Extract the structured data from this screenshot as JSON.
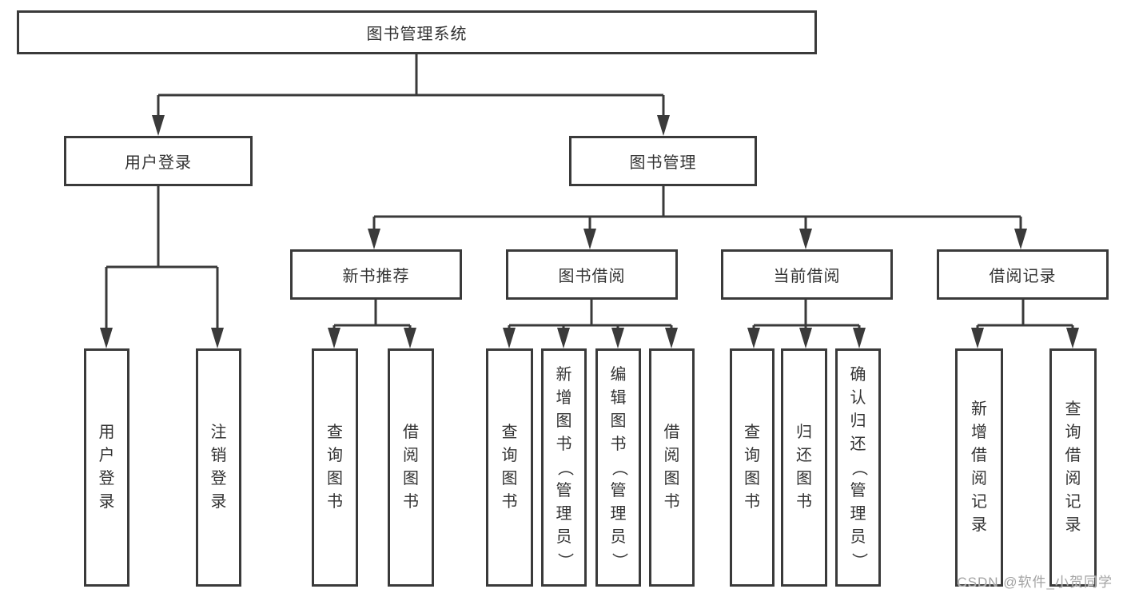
{
  "colors": {
    "ink": "#3a3a3a",
    "text": "#333333",
    "watermark_gray": "#a3a3a3",
    "background": "#ffffff"
  },
  "tree": {
    "label": "图书管理系统",
    "children": [
      {
        "label": "用户登录",
        "children": [
          {
            "label": "用户登录"
          },
          {
            "label": "注销登录"
          }
        ]
      },
      {
        "label": "图书管理",
        "children": [
          {
            "label": "新书推荐",
            "children": [
              {
                "label": "查询图书"
              },
              {
                "label": "借阅图书"
              }
            ]
          },
          {
            "label": "图书借阅",
            "children": [
              {
                "label": "查询图书"
              },
              {
                "label": "新增图书（管理员）"
              },
              {
                "label": "编辑图书（管理员）"
              },
              {
                "label": "借阅图书"
              }
            ]
          },
          {
            "label": "当前借阅",
            "children": [
              {
                "label": "查询图书"
              },
              {
                "label": "归还图书"
              },
              {
                "label": "确认归还（管理员）"
              }
            ]
          },
          {
            "label": "借阅记录",
            "children": [
              {
                "label": "新增借阅记录"
              },
              {
                "label": "查询借阅记录"
              }
            ]
          }
        ]
      }
    ]
  },
  "watermark": {
    "text": "CSDN @软件_小贺同学"
  }
}
